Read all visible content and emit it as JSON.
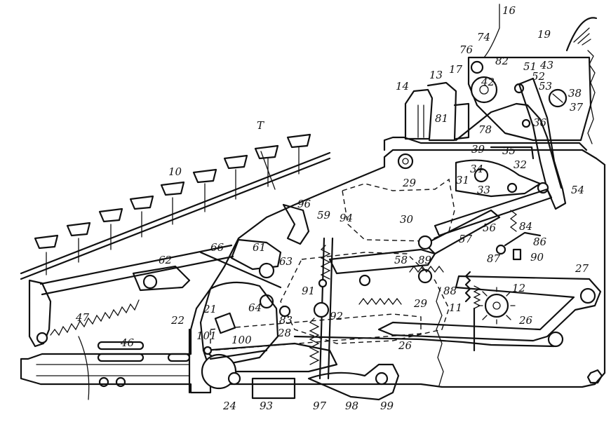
{
  "figure": {
    "type": "patent mechanical drawing",
    "palette": {
      "ink": "#111111",
      "paper": "#ffffff"
    }
  },
  "labels": {
    "l16": "16",
    "l19": "19",
    "l74": "74",
    "l76": "76",
    "l82": "82",
    "l51": "51",
    "l43": "43",
    "l52": "52",
    "l53": "53",
    "l38": "38",
    "l37": "37",
    "l17": "17",
    "l42": "42",
    "l13": "13",
    "l14": "14",
    "l81": "81",
    "l78": "78",
    "l36": "36",
    "l39": "39",
    "l35": "35",
    "l34": "34",
    "l32": "32",
    "l31": "31",
    "l33": "33",
    "l54": "54",
    "lT": "T",
    "l10": "10",
    "l29a": "29",
    "l96": "96",
    "l59": "59",
    "l94": "94",
    "l30": "30",
    "l56": "56",
    "l84": "84",
    "l57": "57",
    "l86": "86",
    "l61": "61",
    "l66": "66",
    "l62": "62",
    "l63": "63",
    "l58": "58",
    "l89": "89",
    "l87": "87",
    "l90": "90",
    "l27": "27",
    "l91": "91",
    "l88": "88",
    "l12": "12",
    "l64": "64",
    "l29b": "29",
    "l11": "11",
    "l21": "21",
    "l83": "83",
    "l92": "92",
    "l47": "47",
    "l26a": "26",
    "l22": "22",
    "l28": "28",
    "l26b": "26",
    "l46": "46",
    "l101": "101",
    "l100": "100",
    "l24": "24",
    "l93": "93",
    "l97": "97",
    "l98": "98",
    "l99": "99"
  }
}
